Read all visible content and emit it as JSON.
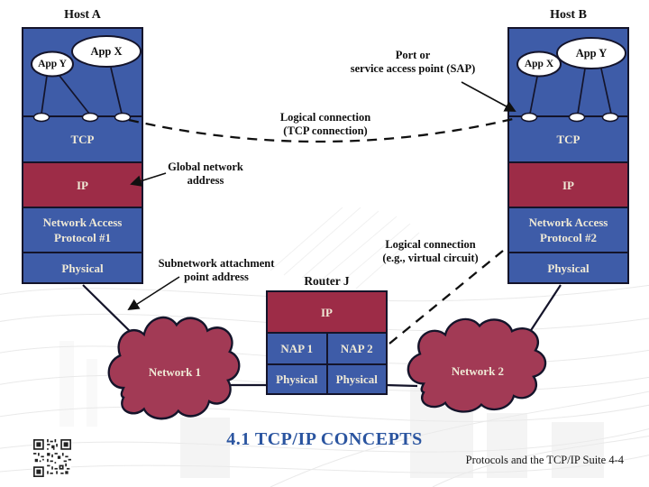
{
  "colors": {
    "blue": "#3E5CA8",
    "maroon": "#9D2C47",
    "cloud": "#A23A55",
    "border": "#14142A",
    "boxtext": "#EFE9D6",
    "labeltext": "#101010",
    "title_blue": "#2B55A0"
  },
  "title": {
    "text": "4.1 TCP/IP CONCEPTS"
  },
  "footer": {
    "text": "Protocols and the TCP/IP Suite 4-4"
  },
  "host_a": {
    "name": "Host A",
    "app_x": "App X",
    "app_y": "App Y",
    "tcp": "TCP",
    "ip": "IP",
    "nap_line1": "Network Access",
    "nap_line2": "Protocol #1",
    "physical": "Physical"
  },
  "host_b": {
    "name": "Host B",
    "app_x": "App X",
    "app_y": "App Y",
    "tcp": "TCP",
    "ip": "IP",
    "nap_line1": "Network Access",
    "nap_line2": "Protocol #2",
    "physical": "Physical"
  },
  "router": {
    "name": "Router J",
    "ip": "IP",
    "nap1": "NAP 1",
    "nap2": "NAP 2",
    "physical1": "Physical",
    "physical2": "Physical"
  },
  "networks": {
    "net1": "Network 1",
    "net2": "Network 2"
  },
  "annotations": {
    "sap_line1": "Port or",
    "sap_line2": "service access point (SAP)",
    "tcp_conn_line1": "Logical connection",
    "tcp_conn_line2": "(TCP connection)",
    "global_line1": "Global network",
    "global_line2": "address",
    "subnet_line1": "Subnetwork attachment",
    "subnet_line2": "point address",
    "vc_line1": "Logical connection",
    "vc_line2": "(e.g., virtual circuit)"
  }
}
